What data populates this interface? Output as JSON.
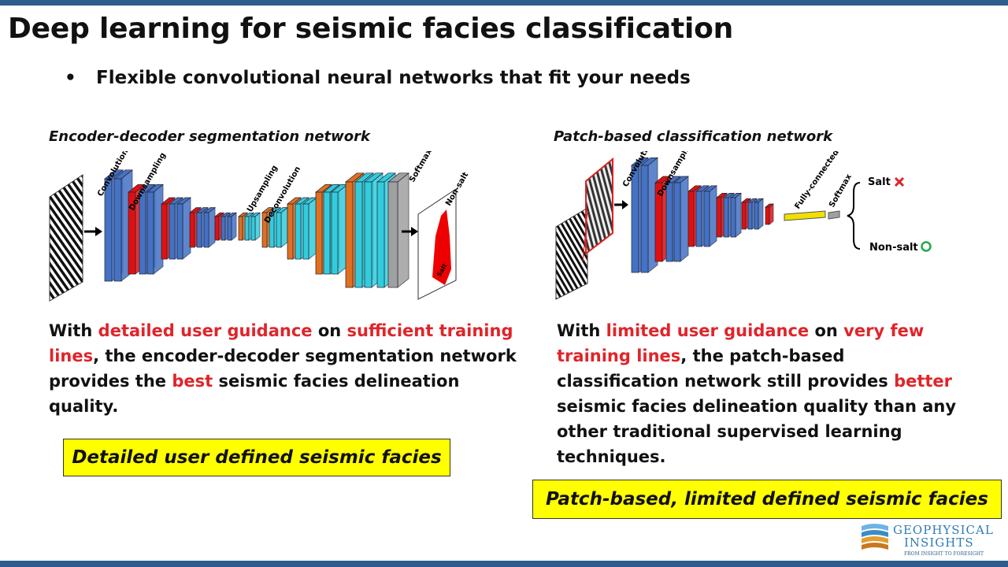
{
  "slide": {
    "title": "Deep learning for seismic facies classification",
    "bullet": "Flexible convolutional neural networks that fit your needs"
  },
  "left_panel": {
    "heading": "Encoder-decoder segmentation network",
    "layer_labels": {
      "convolution": "Convolution",
      "downsampling": "Downsampling",
      "upsampling": "Upsampling",
      "deconvolution": "Deconvolution",
      "softmax": "Softmax",
      "output": "Non-salt",
      "output_inner": "Salt"
    },
    "description": {
      "p1": "With ",
      "h1": "detailed user guidance",
      "p2": " on ",
      "h2": "sufficient training lines",
      "p3": ", the encoder-decoder segmentation network provides the ",
      "h3": "best",
      "p4": " seismic facies delineation quality."
    },
    "callout": "Detailed user defined seismic facies"
  },
  "right_panel": {
    "heading": "Patch-based classification network",
    "layer_labels": {
      "convolution": "Convolution",
      "downsampling": "Downsampling",
      "fully_connected": "Fully-connected",
      "softmax": "Softmax"
    },
    "outputs": {
      "salt": "Salt",
      "non_salt": "Non-salt",
      "salt_icon": "cross-icon",
      "non_salt_icon": "circle-icon"
    },
    "description": {
      "p1": "With ",
      "h1": "limited user guidance",
      "p2": " on ",
      "h2": "very few training lines",
      "p3": ", the patch-based classification network still provides ",
      "h3": "better",
      "p4": " seismic facies delineation quality than any other traditional supervised learning techniques."
    },
    "callout": "Patch-based, limited defined seismic facies"
  },
  "logo": {
    "line1": "GEOPHYSICAL",
    "line2": "INSIGHTS",
    "tagline": "FROM INSIGHT TO FORESIGHT"
  },
  "colors": {
    "brand_blue": "#2e5c8c",
    "highlight_red": "#e0242a",
    "callout_yellow": "#ffff00",
    "conv_blue": "#4472c4",
    "pool_red": "#e01010",
    "up_orange": "#e07020",
    "deconv_cyan": "#33ccdd",
    "softmax_gray": "#a0a0a0",
    "fc_yellow": "#f0e000",
    "cross_red": "#e0242a",
    "circle_green": "#22aa44"
  }
}
